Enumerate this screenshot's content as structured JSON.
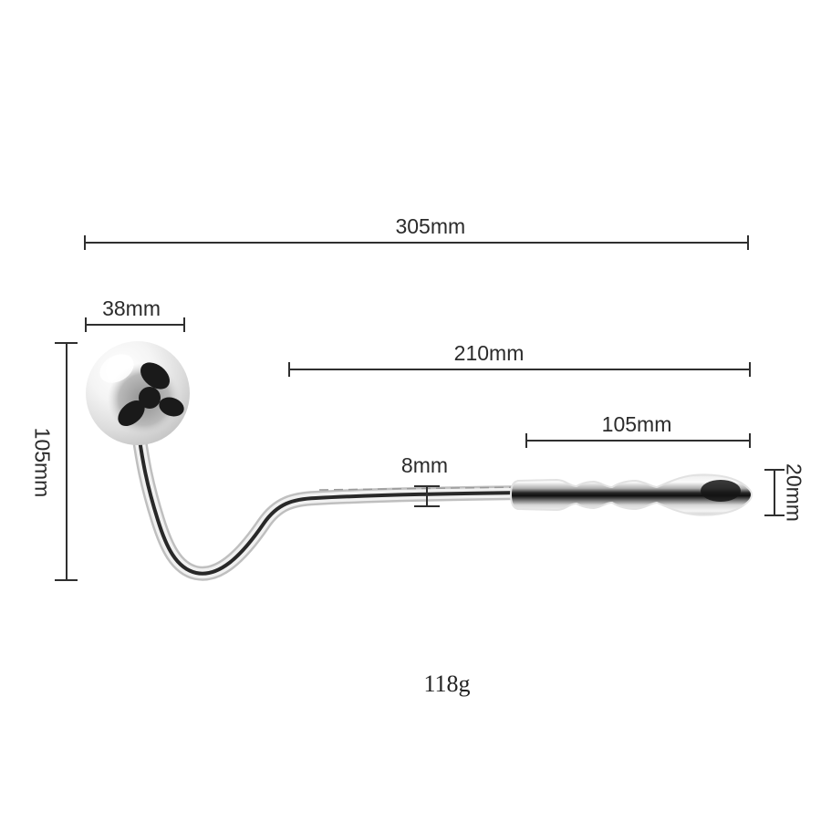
{
  "annotations": {
    "overall_length": "305mm",
    "ball_diameter": "38mm",
    "shaft_length": "210mm",
    "handle_length": "105mm",
    "shaft_diameter": "8mm",
    "tip_diameter": "20mm",
    "hook_height": "105mm",
    "weight": "118g"
  },
  "colors": {
    "background": "#ffffff",
    "dimension_line": "#2f2f2f",
    "label_text": "#2b2b2b",
    "metal_highlight": "#f4f4f4",
    "metal_shadow": "#1a1a1a"
  }
}
